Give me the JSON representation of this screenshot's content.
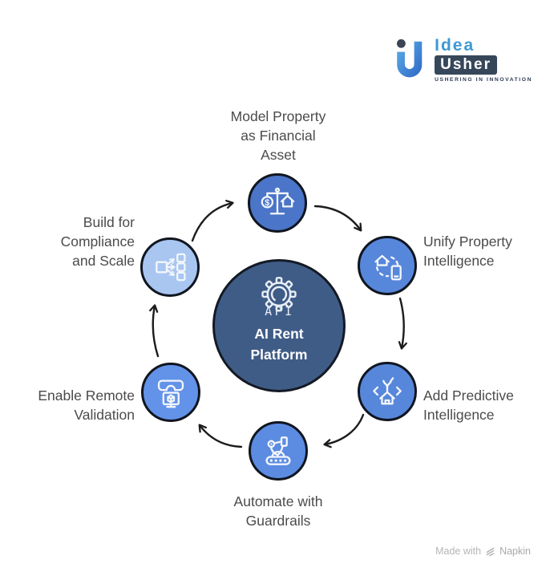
{
  "logo": {
    "word_top": "Idea",
    "word_bottom": "Usher",
    "tagline": "USHERING IN INNOVATION"
  },
  "center": {
    "badge": "API",
    "title": "AI Rent\nPlatform",
    "color": "#3f5c87"
  },
  "cycle": {
    "nodes": [
      {
        "id": "model-property",
        "position": "top",
        "label": "Model Property\nas Financial\nAsset",
        "icon": "balance-scale-house-icon",
        "color": "#4a75c8"
      },
      {
        "id": "unify-property",
        "position": "top-right",
        "label": "Unify Property\nIntelligence",
        "icon": "house-phone-sync-icon",
        "color": "#5787db"
      },
      {
        "id": "add-predictive",
        "position": "bottom-right",
        "label": "Add Predictive\nIntelligence",
        "icon": "forecast-house-icon",
        "color": "#5787db"
      },
      {
        "id": "automate",
        "position": "bottom",
        "label": "Automate with\nGuardrails",
        "icon": "robot-arm-conveyor-icon",
        "color": "#5b8ce2"
      },
      {
        "id": "remote-validation",
        "position": "bottom-left",
        "label": "Enable Remote\nValidation",
        "icon": "vr-headset-monitor-icon",
        "color": "#6393e8"
      },
      {
        "id": "compliance-scale",
        "position": "top-left",
        "label": "Build for\nCompliance\nand Scale",
        "icon": "fan-out-icon",
        "color": "#a9c6f1"
      }
    ]
  },
  "footer": {
    "made_with": "Made with",
    "brand": "Napkin"
  }
}
